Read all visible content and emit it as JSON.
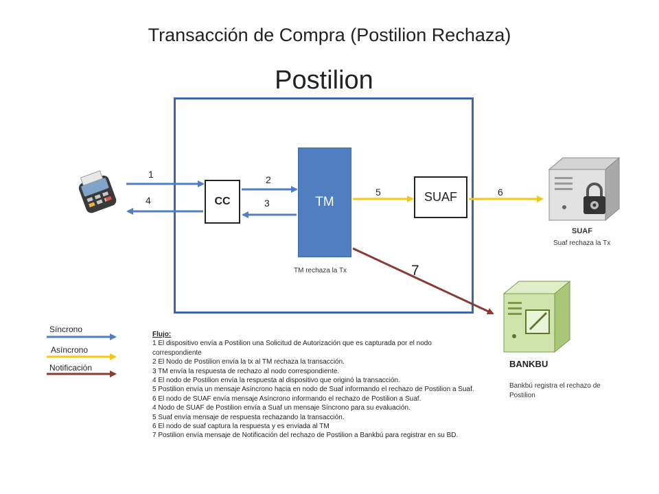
{
  "title": "Transacción de Compra (Postilion Rechaza)",
  "system_label": "Postilion",
  "nodes": {
    "cc": "CC",
    "tm": "TM",
    "suaf": "SUAF",
    "suaf_server_label": "SUAF",
    "bankbu_label": "BANKBU"
  },
  "step_numbers": [
    "1",
    "2",
    "3",
    "4",
    "5",
    "6",
    "7"
  ],
  "notes": {
    "tm": "TM rechaza la Tx",
    "suaf": "Suaf rechaza la Tx",
    "bankbu": "Bankbú registra el rechazo de Postilion"
  },
  "legend": [
    {
      "label": "Síncrono",
      "color": "#4f7fc0"
    },
    {
      "label": "Asíncrono",
      "color": "#f5c518"
    },
    {
      "label": "Notificación",
      "color": "#8b3a32"
    }
  ],
  "flow": {
    "heading": "Flujo:",
    "lines": [
      "1 El dispositivo envía a Postilion una Solicitud de Autorización que es capturada por el nodo correspondiente",
      "2 El Nodo de Postilion envía la tx al TM  rechaza la transacción.",
      "3 TM envía la respuesta de rechazo al nodo correspondiente.",
      "4 El nodo de Postilion envía la respuesta al dispositivo que originó la transacción.",
      "5 Postilion envía un mensaje Asíncrono hacia en nodo de Suaf informando el rechazo de Postilion a Suaf.",
      "6 El nodo de SUAF envía  mensaje Asíncrono informando el rechazo de Postilion a Suaf.",
      "4 Nodo de SUAF de Postilion envía a Suaf un mensaje Síncrono para su evaluación.",
      "5 Suaf envía mensaje de respuesta rechazando la transacción.",
      "6 El nodo de suaf captura la respuesta y es enviada al TM",
      "7 Postilion envía  mensaje de Notificación del rechazo de Postilion a Bankbú para registrar en su BD."
    ]
  }
}
